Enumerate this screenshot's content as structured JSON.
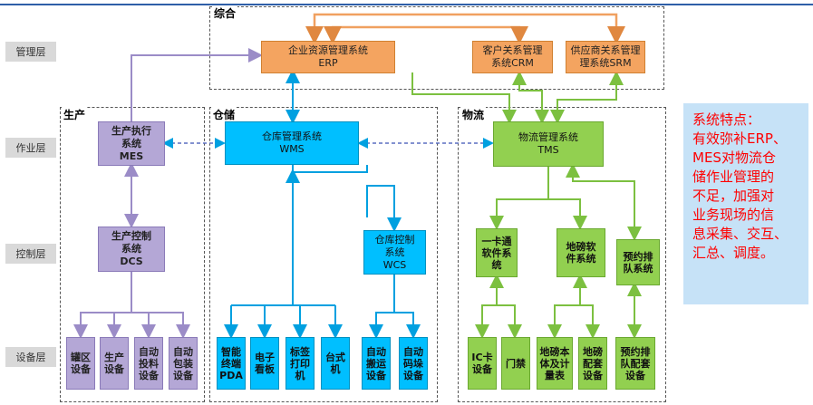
{
  "layers": {
    "mgmt": "管理层",
    "ops": "作业层",
    "ctrl": "控制层",
    "dev": "设备层"
  },
  "regions": {
    "zonghe": "综合",
    "shengchan": "生产",
    "cangchu": "仓储",
    "wuliu": "物流"
  },
  "erp": {
    "line1": "企业资源管理系统",
    "line2": "ERP"
  },
  "crm": {
    "line1": "客户关系管理",
    "line2": "系统CRM"
  },
  "srm": {
    "line1": "供应商关系管理",
    "line2": "理系统SRM"
  },
  "mes": {
    "line1": "生产执行",
    "line2": "系统",
    "line3": "MES"
  },
  "dcs": {
    "line1": "生产控制",
    "line2": "系统",
    "line3": "DCS"
  },
  "wms": {
    "line1": "仓库管理系统",
    "line2": "WMS"
  },
  "wcs": {
    "line1": "仓库控制",
    "line2": "系统",
    "line3": "WCS"
  },
  "tms": {
    "line1": "物流管理系统",
    "line2": "TMS"
  },
  "card": {
    "line1": "一卡通",
    "line2": "软件系",
    "line3": "统"
  },
  "weigh": {
    "line1": "地磅软",
    "line2": "件系统"
  },
  "queue": {
    "line1": "预约排",
    "line2": "队系统"
  },
  "devices": {
    "d1": [
      "罐区",
      "设备"
    ],
    "d2": [
      "生产",
      "设备"
    ],
    "d3": [
      "自动",
      "投料",
      "设备"
    ],
    "d4": [
      "自动",
      "包装",
      "设备"
    ],
    "d5": [
      "智能",
      "终端",
      "PDA"
    ],
    "d6": [
      "电子",
      "看板"
    ],
    "d7": [
      "标签",
      "打印机"
    ],
    "d8": [
      "台式",
      "机"
    ],
    "d9": [
      "自动",
      "搬运",
      "设备"
    ],
    "d10": [
      "自动",
      "码垛",
      "设备"
    ],
    "d11": [
      "IC卡",
      "设备"
    ],
    "d12": [
      "门禁"
    ],
    "d13": [
      "地磅本",
      "体及计",
      "量表"
    ],
    "d14": [
      "地磅",
      "配套",
      "设备"
    ],
    "d15": [
      "预约排",
      "队配套",
      "设备"
    ]
  },
  "note": {
    "l1": "系统特点：",
    "l2": "有效弥补ERP、",
    "l3": "MES对物流仓",
    "l4": "储作业管理的",
    "l5": "不足，加强对",
    "l6": "业务现场的信",
    "l7": "息采集、交互、",
    "l8": "汇总、调度。"
  },
  "colors": {
    "orange": "#f4a460",
    "purple": "#b4a7d6",
    "cyan": "#00bfff",
    "green": "#92d050",
    "note_bg": "#c6e2f7",
    "note_text": "#ff0000"
  }
}
